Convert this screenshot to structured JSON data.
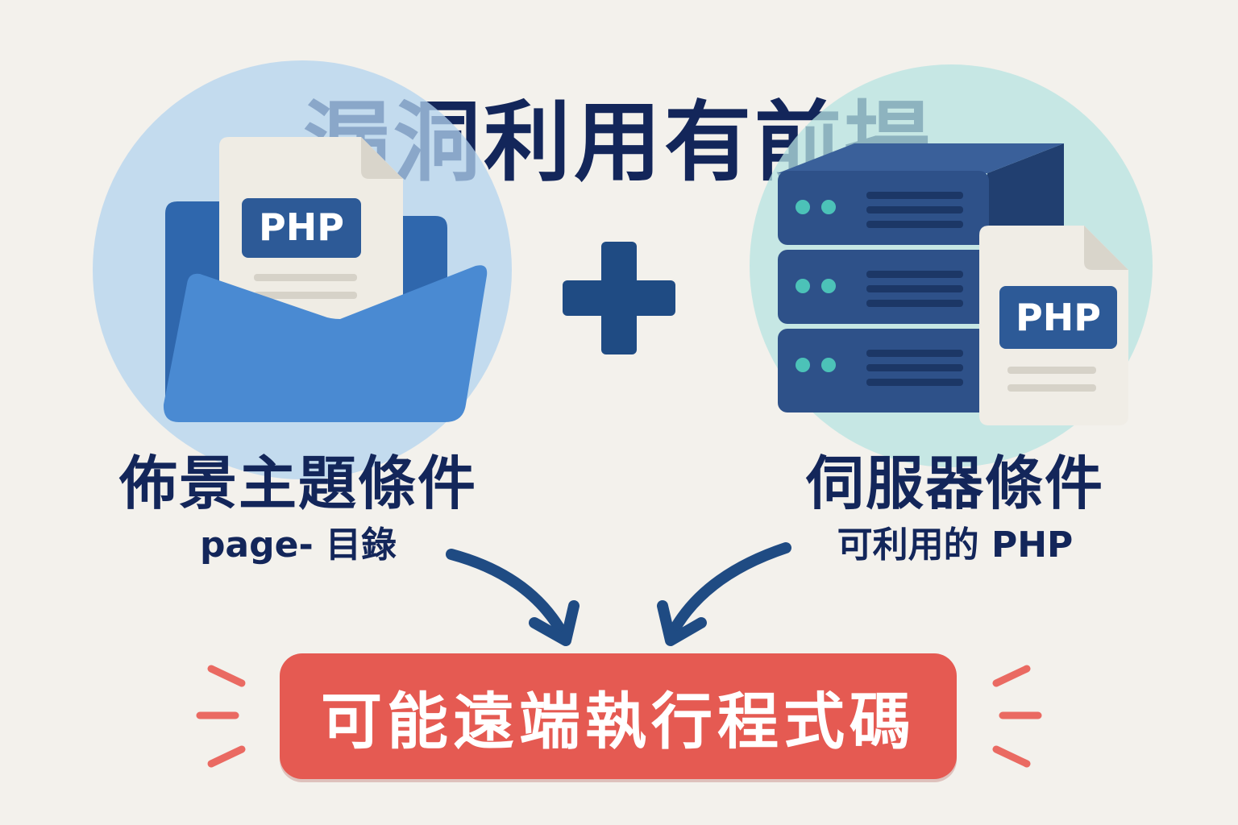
{
  "title": "漏洞利用有前提",
  "left": {
    "heading": "佈景主題條件",
    "subheading": "page- 目錄",
    "badge": "PHP"
  },
  "right": {
    "heading": "伺服器條件",
    "subheading": "可利用的 PHP",
    "badge": "PHP"
  },
  "result": {
    "label": "可能遠端執行程式碼"
  },
  "colors": {
    "navy_text": "#13265a",
    "folder_blue": "#3d7cc4",
    "server_navy": "#2d4f86",
    "accent_red": "#e55a52",
    "teal_led": "#4cc2b8"
  }
}
